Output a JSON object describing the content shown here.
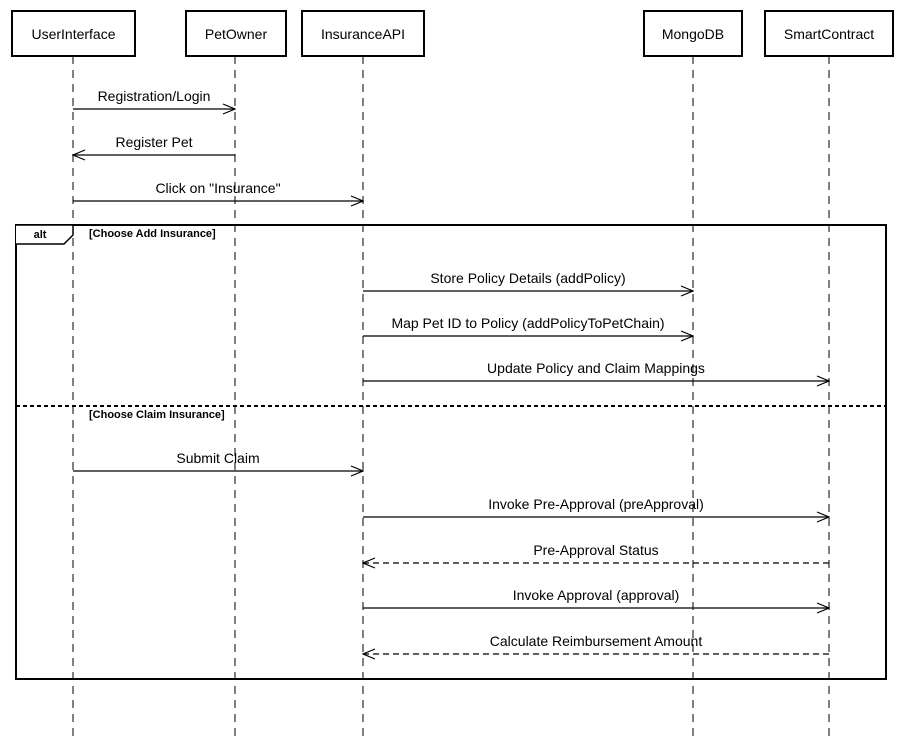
{
  "participants": [
    {
      "id": "ui",
      "name": "UserInterface"
    },
    {
      "id": "owner",
      "name": "PetOwner"
    },
    {
      "id": "api",
      "name": "InsuranceAPI"
    },
    {
      "id": "db",
      "name": "MongoDB"
    },
    {
      "id": "sc",
      "name": "SmartContract"
    }
  ],
  "messages": [
    {
      "from": "ui",
      "to": "owner",
      "label": "Registration/Login",
      "style": "solid"
    },
    {
      "from": "owner",
      "to": "ui",
      "label": "Register Pet",
      "style": "solid"
    },
    {
      "from": "ui",
      "to": "api",
      "label": "Click on \"Insurance\"",
      "style": "solid"
    },
    {
      "from": "api",
      "to": "db",
      "label": "Store Policy Details (addPolicy)",
      "style": "solid"
    },
    {
      "from": "api",
      "to": "db",
      "label": "Map Pet ID to Policy (addPolicyToPetChain)",
      "style": "solid"
    },
    {
      "from": "api",
      "to": "sc",
      "label": "Update Policy and Claim Mappings",
      "style": "solid"
    },
    {
      "from": "ui",
      "to": "api",
      "label": "Submit Claim",
      "style": "solid"
    },
    {
      "from": "api",
      "to": "sc",
      "label": "Invoke Pre-Approval (preApproval)",
      "style": "solid"
    },
    {
      "from": "sc",
      "to": "api",
      "label": "Pre-Approval Status",
      "style": "dashed"
    },
    {
      "from": "api",
      "to": "sc",
      "label": "Invoke Approval (approval)",
      "style": "solid"
    },
    {
      "from": "sc",
      "to": "api",
      "label": "Calculate Reimbursement Amount",
      "style": "dashed"
    }
  ],
  "fragment": {
    "keyword": "alt",
    "operands": [
      {
        "guard": "[Choose Add Insurance]"
      },
      {
        "guard": "[Choose Claim Insurance]"
      }
    ]
  }
}
